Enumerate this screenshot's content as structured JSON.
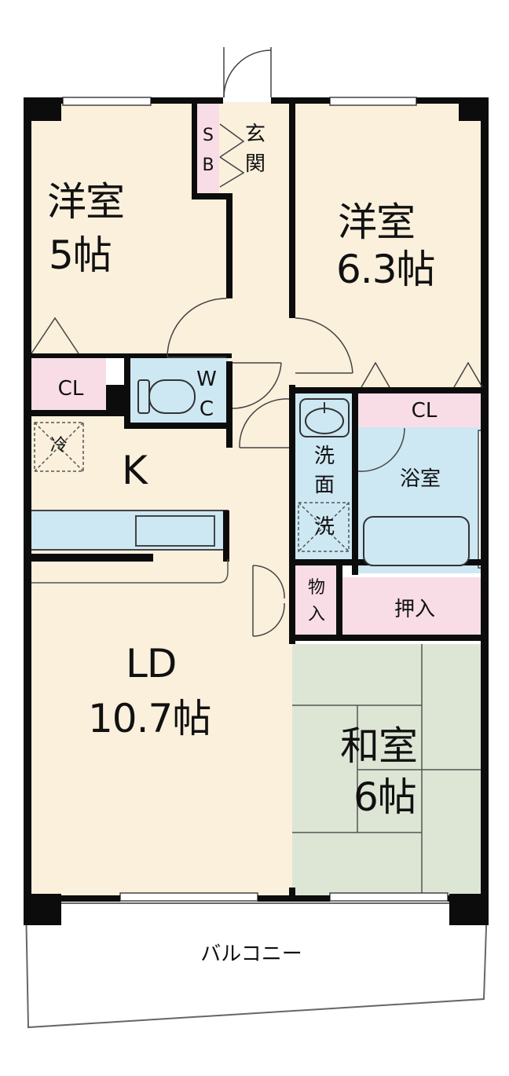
{
  "colors": {
    "wall": "#0c0c0c",
    "room_floor": "#faf0dc",
    "closet": "#f8dde6",
    "wet_area": "#cde8f3",
    "tatami": "#dde6d4",
    "line": "#555555"
  },
  "rooms": {
    "western_room_1": {
      "name": "洋室",
      "size": "5帖"
    },
    "western_room_2": {
      "name": "洋室",
      "size": "6.3帖"
    },
    "ld": {
      "name": "LD",
      "size": "10.7帖"
    },
    "japanese_room": {
      "name": "和室",
      "size": "6帖"
    },
    "kitchen": {
      "name": "K"
    }
  },
  "labels": {
    "sb_1": "S",
    "sb_2": "B",
    "entrance_1": "玄",
    "entrance_2": "関",
    "cl_left": "CL",
    "cl_right": "CL",
    "wc_1": "W",
    "wc_2": "C",
    "fridge": "冷",
    "washroom_1": "洗",
    "washroom_2": "面",
    "washer": "洗",
    "bathroom": "浴室",
    "storage_1": "物",
    "storage_2": "入",
    "oshiire": "押入",
    "balcony": "バルコニー"
  }
}
